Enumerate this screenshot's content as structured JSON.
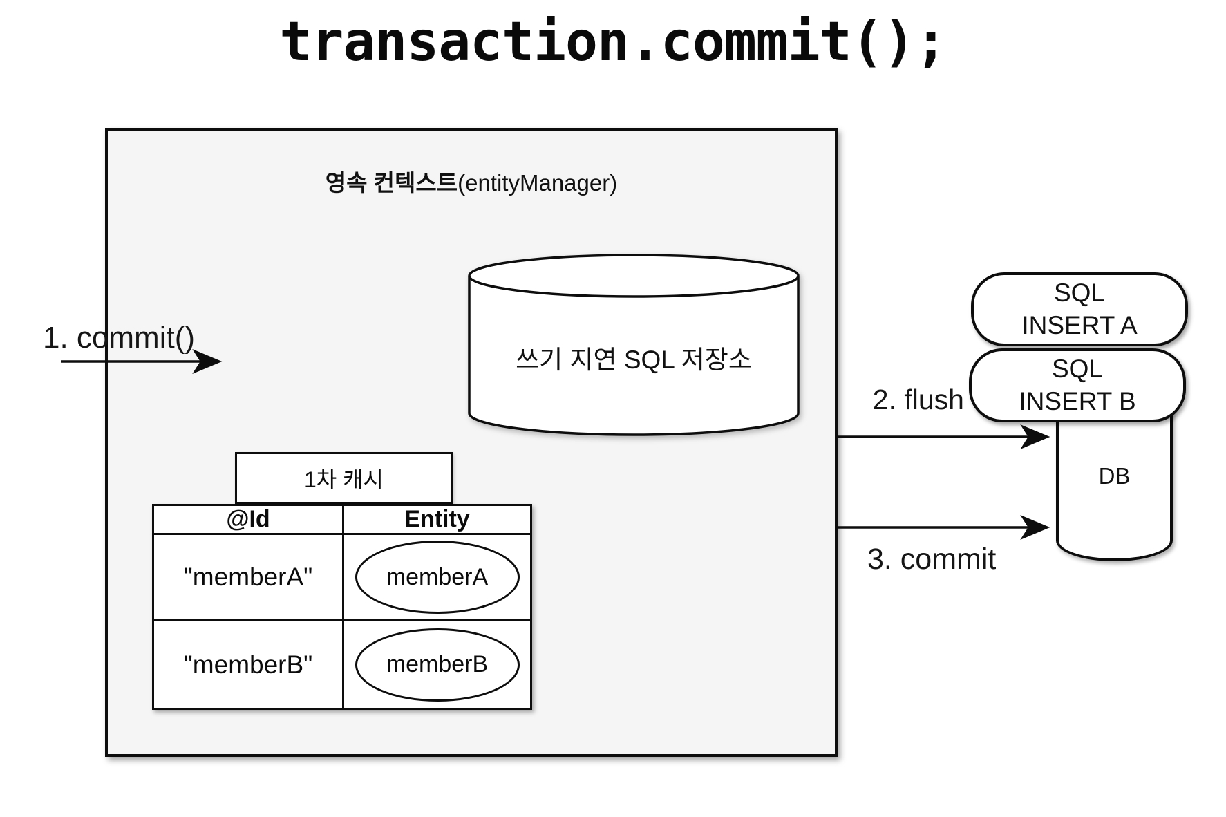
{
  "title": "transaction.commit();",
  "persistence_context": {
    "label_ko": "영속 컨텍스트",
    "label_paren": "(entityManager)"
  },
  "write_behind_store": {
    "label": "쓰기 지연 SQL 저장소"
  },
  "first_level_cache": {
    "label": "1차 캐시",
    "table": {
      "headers": [
        "@Id",
        "Entity"
      ],
      "rows": [
        {
          "id": "\"memberA\"",
          "entity": "memberA"
        },
        {
          "id": "\"memberB\"",
          "entity": "memberB"
        }
      ]
    }
  },
  "steps": {
    "step1": "1. commit()",
    "step2": "2. flush",
    "step3": "3. commit"
  },
  "sql_queue": [
    {
      "line1": "SQL",
      "line2": "INSERT A"
    },
    {
      "line1": "SQL",
      "line2": "INSERT B"
    }
  ],
  "database": {
    "label": "DB"
  },
  "colors": {
    "background": "#ffffff",
    "box_fill": "#f5f5f5",
    "shape_fill": "#ffffff",
    "line": "#0d0d0d"
  }
}
